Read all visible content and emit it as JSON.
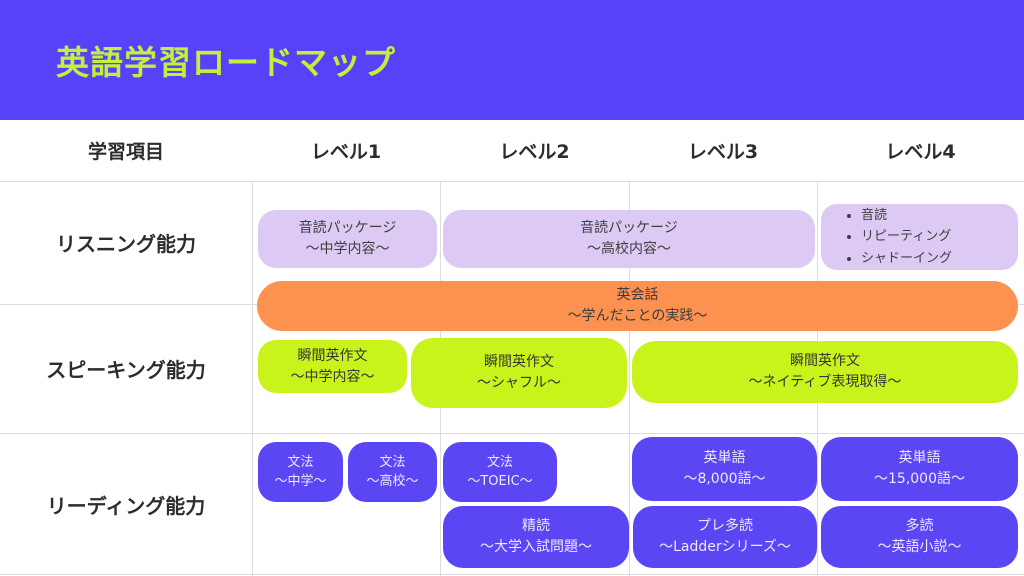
{
  "title": "英語学習ロードマップ",
  "colors": {
    "header_bg": "#5742f7",
    "title_green": "#c3ef3d",
    "box_light_purple": "#dccaf5",
    "box_orange": "#fd9150",
    "box_green": "#c8f41c",
    "box_purple": "#5b46f3",
    "grid_line": "#dcdcdc"
  },
  "table": {
    "columns": [
      "学習項目",
      "レベル1",
      "レベル2",
      "レベル3",
      "レベル4"
    ],
    "row_labels": [
      "リスニング能力",
      "スピーキング能力",
      "リーディング能力"
    ]
  },
  "boxes": {
    "ondoku_junior": {
      "line1": "音読パッケージ",
      "line2": "〜中学内容〜"
    },
    "ondoku_senior": {
      "line1": "音読パッケージ",
      "line2": "〜高校内容〜"
    },
    "listening_level4": {
      "items": [
        "音読",
        "リピーティング",
        "シャドーイング"
      ]
    },
    "eikaiwa": {
      "line1": "英会話",
      "line2": "〜学んだことの実践〜"
    },
    "sakubun_junior": {
      "line1": "瞬間英作文",
      "line2": "〜中学内容〜"
    },
    "sakubun_shuffle": {
      "line1": "瞬間英作文",
      "line2": "〜シャフル〜"
    },
    "sakubun_native": {
      "line1": "瞬間英作文",
      "line2": "〜ネイティブ表現取得〜"
    },
    "bunpo_junior": {
      "line1": "文法",
      "line2": "〜中学〜"
    },
    "bunpo_senior": {
      "line1": "文法",
      "line2": "〜高校〜"
    },
    "bunpo_toeic": {
      "line1": "文法",
      "line2": "〜TOEIC〜"
    },
    "tango_8000": {
      "line1": "英単語",
      "line2": "〜8,000語〜"
    },
    "tango_15000": {
      "line1": "英単語",
      "line2": "〜15,000語〜"
    },
    "seidoku": {
      "line1": "精読",
      "line2": "〜大学入試問題〜"
    },
    "pre_tadoku": {
      "line1": "プレ多読",
      "line2": "〜Ladderシリーズ〜"
    },
    "tadoku": {
      "line1": "多読",
      "line2": "〜英語小説〜"
    }
  }
}
